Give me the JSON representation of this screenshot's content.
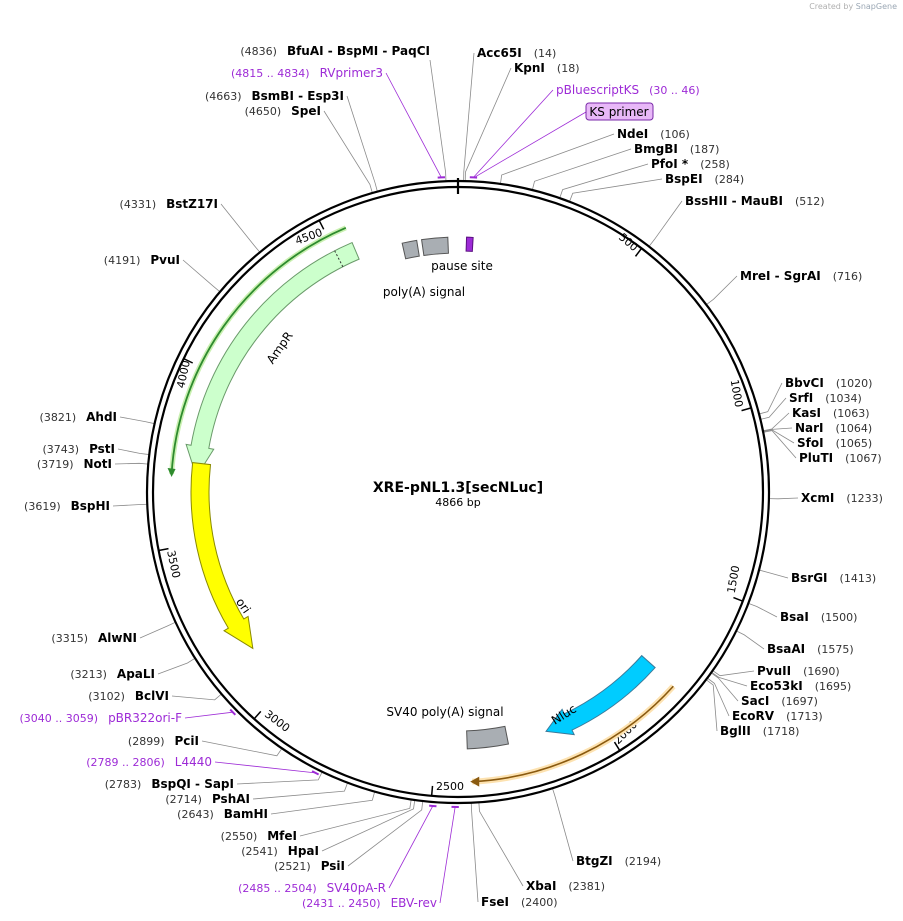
{
  "title": "XRE-pNL1.3[secNLuc]",
  "subtitle": "4866 bp",
  "watermark": {
    "prefix": "Created by",
    "brand": "SnapGene"
  },
  "total_bp": 4866,
  "ticks": [
    {
      "label": "500",
      "bp": 500
    },
    {
      "label": "1000",
      "bp": 1000
    },
    {
      "label": "1500",
      "bp": 1500
    },
    {
      "label": "2000",
      "bp": 2000
    },
    {
      "label": "2500",
      "bp": 2500
    },
    {
      "label": "3000",
      "bp": 3000
    },
    {
      "label": "3500",
      "bp": 3500
    },
    {
      "label": "4000",
      "bp": 4000
    },
    {
      "label": "4500",
      "bp": 4500
    }
  ],
  "features": [
    {
      "name": "AmpR",
      "start": 3695,
      "end": 4555,
      "dir": "ccw",
      "color": "#ccffcc",
      "stroke": "#6a9a6a"
    },
    {
      "name": "ori",
      "start": 3145,
      "end": 3735,
      "dir": "ccw",
      "color": "#ffff00",
      "stroke": "#8a8a00"
    },
    {
      "name": "Nluc",
      "start": 1780,
      "end": 2160,
      "dir": "cw",
      "color": "#00ccff",
      "stroke": "#3a7a9a"
    },
    {
      "name": "SV40 poly(A) signal",
      "start": 2280,
      "end": 2405,
      "dir": "none",
      "color": "#a9aeb3",
      "stroke": "#555555"
    },
    {
      "name": "poly(A) signal",
      "start": 4695,
      "end": 4740,
      "dir": "none",
      "color": "#a9aeb3",
      "stroke": "#555555"
    },
    {
      "name": "pause site",
      "start": 4755,
      "end": 4835,
      "dir": "none",
      "color": "#a9aeb3",
      "stroke": "#555555"
    },
    {
      "name": "",
      "start": 26,
      "end": 46,
      "dir": "none",
      "color": "#9d2bd6",
      "stroke": "#5a1080"
    }
  ],
  "orange_arc": {
    "start": 1785,
    "end": 2395,
    "color": "#f2b23f"
  },
  "green_arc": {
    "start": 3698,
    "end": 4555,
    "color": "#2e8b2e"
  },
  "enzymes": [
    {
      "name": "BfuAI  -  BspMI  -  PaqCI",
      "pos": "(4836)"
    },
    {
      "name": "Acc65I",
      "pos": "(14)"
    },
    {
      "name": "KpnI",
      "pos": "(18)"
    },
    {
      "name": "BsmBI  -  Esp3I",
      "pos": "(4663)"
    },
    {
      "name": "SpeI",
      "pos": "(4650)"
    },
    {
      "name": "NdeI",
      "pos": "(106)"
    },
    {
      "name": "BmgBI",
      "pos": "(187)"
    },
    {
      "name": "PfoI *",
      "pos": "(258)"
    },
    {
      "name": "BspEI",
      "pos": "(284)"
    },
    {
      "name": "BssHII  -  MauBI",
      "pos": "(512)"
    },
    {
      "name": "BstZ17I",
      "pos": "(4331)"
    },
    {
      "name": "PvuI",
      "pos": "(4191)"
    },
    {
      "name": "MreI  -  SgrAI",
      "pos": "(716)"
    },
    {
      "name": "BbvCI",
      "pos": "(1020)"
    },
    {
      "name": "SrfI",
      "pos": "(1034)"
    },
    {
      "name": "KasI",
      "pos": "(1063)"
    },
    {
      "name": "NarI",
      "pos": "(1064)"
    },
    {
      "name": "SfoI",
      "pos": "(1065)"
    },
    {
      "name": "PluTI",
      "pos": "(1067)"
    },
    {
      "name": "AhdI",
      "pos": "(3821)"
    },
    {
      "name": "PstI",
      "pos": "(3743)"
    },
    {
      "name": "NotI",
      "pos": "(3719)"
    },
    {
      "name": "XcmI",
      "pos": "(1233)"
    },
    {
      "name": "BspHI",
      "pos": "(3619)"
    },
    {
      "name": "BsrGI",
      "pos": "(1413)"
    },
    {
      "name": "BsaI",
      "pos": "(1500)"
    },
    {
      "name": "BsaAI",
      "pos": "(1575)"
    },
    {
      "name": "AlwNI",
      "pos": "(3315)"
    },
    {
      "name": "PvuII",
      "pos": "(1690)"
    },
    {
      "name": "ApaLI",
      "pos": "(3213)"
    },
    {
      "name": "Eco53kI",
      "pos": "(1695)"
    },
    {
      "name": "SacI",
      "pos": "(1697)"
    },
    {
      "name": "BclVI",
      "pos": "(3102)"
    },
    {
      "name": "EcoRV",
      "pos": "(1713)"
    },
    {
      "name": "BglII",
      "pos": "(1718)"
    },
    {
      "name": "PciI",
      "pos": "(2899)"
    },
    {
      "name": "BspQI  -  SapI",
      "pos": "(2783)"
    },
    {
      "name": "PshAI",
      "pos": "(2714)"
    },
    {
      "name": "BamHI",
      "pos": "(2643)"
    },
    {
      "name": "MfeI",
      "pos": "(2550)"
    },
    {
      "name": "HpaI",
      "pos": "(2541)"
    },
    {
      "name": "PsiI",
      "pos": "(2521)"
    },
    {
      "name": "BtgZI",
      "pos": "(2194)"
    },
    {
      "name": "XbaI",
      "pos": "(2381)"
    },
    {
      "name": "FseI",
      "pos": "(2400)"
    }
  ],
  "primers": [
    {
      "name": "RVprimer3",
      "pos": "(4815 .. 4834)"
    },
    {
      "name": "pBluescriptKS",
      "pos": "(30 .. 46)"
    },
    {
      "name": "pBR322ori-F",
      "pos": "(3040 .. 3059)"
    },
    {
      "name": "L4440",
      "pos": "(2789 .. 2806)"
    },
    {
      "name": "SV40pA-R",
      "pos": "(2485 .. 2504)"
    },
    {
      "name": "EBV-rev",
      "pos": "(2431 .. 2450)"
    }
  ],
  "boxed_label": "KS primer",
  "colors": {
    "primer": "#9d2bd6",
    "text": "#000000",
    "position": "#333333"
  }
}
